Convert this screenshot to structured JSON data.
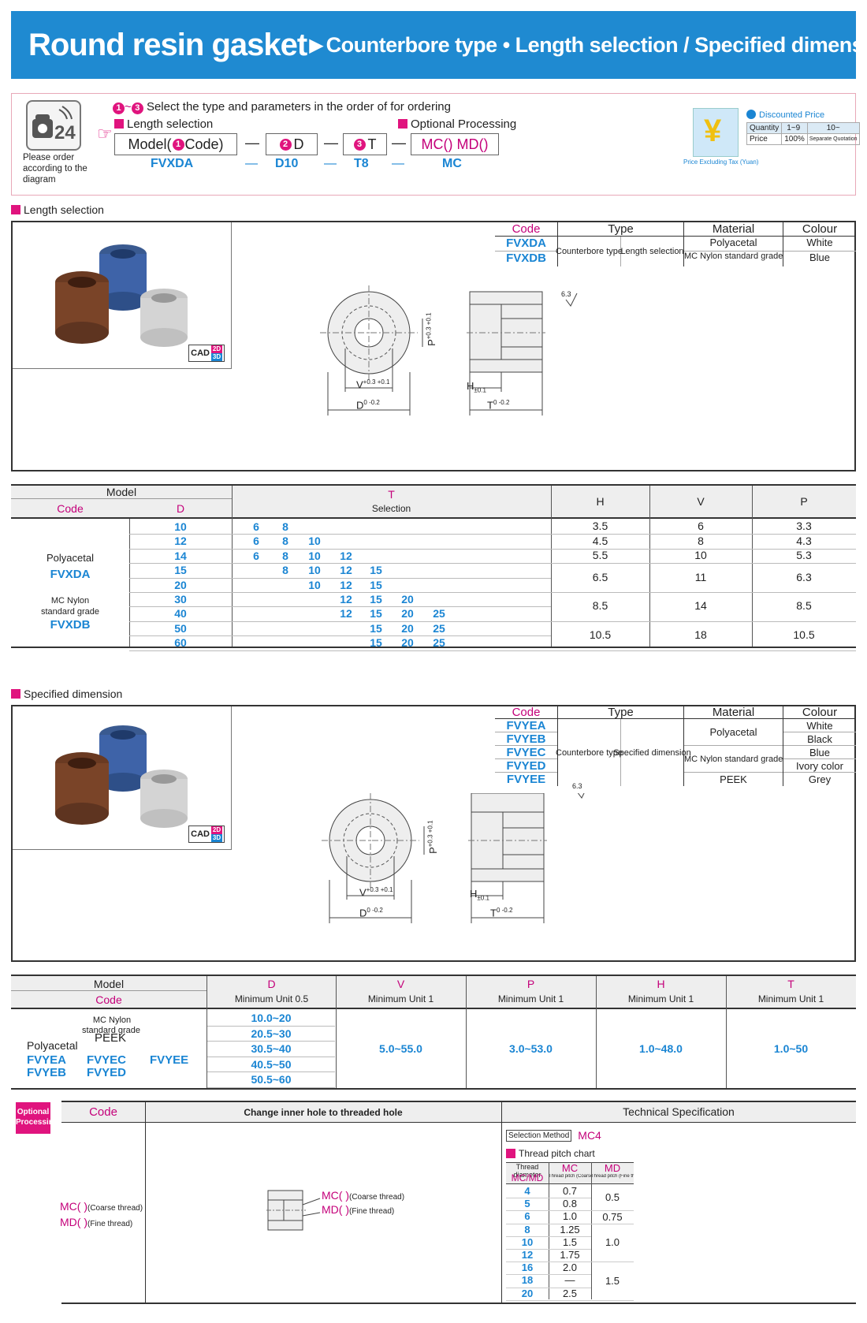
{
  "header": {
    "title_main": "Round resin gasket",
    "arrow": "▶",
    "title_sub": "Counterbore type • Length selection / Specified dimension"
  },
  "order": {
    "phone_icon_text": "24",
    "please_order": "Please order according to the diagram",
    "step_num1": "1",
    "tilde": "~",
    "step_num3": "3",
    "instruction": "Select the type and parameters in the order of for ordering",
    "length_selection": "Length selection",
    "optional_processing": "Optional Processing",
    "model_box_pre": "Model(",
    "model_box_num": "1",
    "model_box_post": "Code)",
    "d_num": "2",
    "d_label": "D",
    "t_num": "3",
    "t_label": "T",
    "mc_box": "MC()  MD()",
    "dash": "—",
    "ex_model": "FVXDA",
    "ex_d": "D10",
    "ex_t": "T8",
    "ex_mc": "MC",
    "discount_title": "Discounted Price",
    "quantity_label": "Quantity",
    "q1": "1~9",
    "q2": "10~",
    "price_label": "Price",
    "p1": "100%",
    "p2": "Separate Quotation",
    "price_note": "Price Excluding Tax (Yuan)",
    "yen_icon": "¥"
  },
  "len_section": {
    "title": "Length selection",
    "cad": "CAD",
    "cad2d": "2D",
    "cad3d": "3D",
    "code_table": {
      "headers": [
        "Code",
        "Type",
        "Material",
        "Colour"
      ],
      "codes": [
        "FVXDA",
        "FVXDB"
      ],
      "type1": "Counterbore type",
      "type2": "Length selection",
      "materials": [
        "Polyacetal",
        "MC Nylon standard grade"
      ],
      "colours": [
        "White",
        "Blue"
      ]
    },
    "drawing": {
      "roughness": "6.3",
      "P": "P",
      "P_tol": "+0.3 +0.1",
      "V": "V",
      "V_tol": "+0.3 +0.1",
      "D": "D",
      "D_tol": "0 -0.2",
      "H": "H",
      "H_tol": "±0.1",
      "T": "T",
      "T_tol": "0 -0.2"
    }
  },
  "len_table": {
    "model": "Model",
    "code": "Code",
    "D": "D",
    "T": "T",
    "selection": "Selection",
    "H": "H",
    "V": "V",
    "P": "P",
    "poly": "Polyacetal",
    "poly_code": "FVXDA",
    "mc1": "MC Nylon",
    "mc2": "standard grade",
    "mc_code": "FVXDB",
    "rows": [
      {
        "d": "10",
        "t": [
          "6",
          "8",
          "",
          "",
          "",
          "",
          ""
        ]
      },
      {
        "d": "12",
        "t": [
          "6",
          "8",
          "10",
          "",
          "",
          "",
          ""
        ]
      },
      {
        "d": "14",
        "t": [
          "6",
          "8",
          "10",
          "12",
          "",
          "",
          ""
        ]
      },
      {
        "d": "15",
        "t": [
          "",
          "8",
          "10",
          "12",
          "15",
          "",
          ""
        ]
      },
      {
        "d": "20",
        "t": [
          "",
          "",
          "10",
          "12",
          "15",
          "",
          ""
        ]
      },
      {
        "d": "30",
        "t": [
          "",
          "",
          "",
          "12",
          "15",
          "20",
          ""
        ]
      },
      {
        "d": "40",
        "t": [
          "",
          "",
          "",
          "12",
          "15",
          "20",
          "25"
        ]
      },
      {
        "d": "50",
        "t": [
          "",
          "",
          "",
          "",
          "15",
          "20",
          "25"
        ]
      },
      {
        "d": "60",
        "t": [
          "",
          "",
          "",
          "",
          "15",
          "20",
          "25"
        ]
      }
    ],
    "hvp": [
      {
        "h": "3.5",
        "v": "6",
        "p": "3.3"
      },
      {
        "h": "4.5",
        "v": "8",
        "p": "4.3"
      },
      {
        "h": "5.5",
        "v": "10",
        "p": "5.3"
      },
      {
        "h": "6.5",
        "v": "11",
        "p": "6.3"
      },
      {
        "h": "8.5",
        "v": "14",
        "p": "8.5"
      },
      {
        "h": "10.5",
        "v": "18",
        "p": "10.5"
      }
    ]
  },
  "spec_section": {
    "title": "Specified dimension",
    "cad": "CAD",
    "cad2d": "2D",
    "cad3d": "3D",
    "code_table": {
      "headers": [
        "Code",
        "Type",
        "Material",
        "Colour"
      ],
      "codes": [
        "FVYEA",
        "FVYEB",
        "FVYEC",
        "FVYED",
        "FVYEE"
      ],
      "type1": "Counterbore type",
      "type2": "Specified dimension",
      "materials": [
        "Polyacetal",
        "MC Nylon standard grade",
        "PEEK"
      ],
      "colours": [
        "White",
        "Black",
        "Blue",
        "Ivory color",
        "Grey"
      ]
    }
  },
  "spec_table": {
    "model": "Model",
    "code": "Code",
    "cols": [
      {
        "name": "D",
        "unit": "Minimum Unit 0.5"
      },
      {
        "name": "V",
        "unit": "Minimum Unit 1"
      },
      {
        "name": "P",
        "unit": "Minimum Unit 1"
      },
      {
        "name": "H",
        "unit": "Minimum Unit 1"
      },
      {
        "name": "T",
        "unit": "Minimum Unit 1"
      }
    ],
    "poly": "Polyacetal",
    "mc1": "MC Nylon",
    "mc2": "standard grade",
    "peek": "PEEK",
    "codes": [
      "FVYEA",
      "FVYEB",
      "FVYEC",
      "FVYED",
      "FVYEE"
    ],
    "d_ranges": [
      "10.0~20",
      "20.5~30",
      "30.5~40",
      "40.5~50",
      "50.5~60"
    ],
    "v_range": "5.0~55.0",
    "p_range": "3.0~53.0",
    "h_range": "1.0~48.0",
    "t_range": "1.0~50"
  },
  "optional": {
    "badge1": "Optional",
    "badge2": "Processing",
    "code_hdr": "Code",
    "change_hdr": "Change inner hole to threaded hole",
    "tech_hdr": "Technical Specification",
    "mc": "MC( )",
    "mc_note": "(Coarse thread)",
    "md": "MD( )",
    "md_note": "(Fine thread)",
    "sel_method": "Selection Method",
    "sel_value": "MC4",
    "pitch_title": "Thread pitch chart",
    "td_label": "Thread diameter",
    "mcmd": "MC/MD",
    "mc_col": "MC",
    "md_col": "MD",
    "mc_sub": "Thread pitch (Coarse thread)",
    "md_sub": "Thread pitch (Fine thread)",
    "rows": [
      {
        "d": "4",
        "mc": "0.7"
      },
      {
        "d": "5",
        "mc": "0.8"
      },
      {
        "d": "6",
        "mc": "1.0"
      },
      {
        "d": "8",
        "mc": "1.25"
      },
      {
        "d": "10",
        "mc": "1.5"
      },
      {
        "d": "12",
        "mc": "1.75"
      },
      {
        "d": "16",
        "mc": "2.0"
      },
      {
        "d": "18",
        "mc": "—"
      },
      {
        "d": "20",
        "mc": "2.5"
      }
    ],
    "md_vals": [
      "0.5",
      "0.75",
      "1.0",
      "1.5"
    ]
  },
  "colors": {
    "brand_blue": "#1f8ad1",
    "magenta": "#e0147e",
    "code_blue": "#1a85d3"
  }
}
